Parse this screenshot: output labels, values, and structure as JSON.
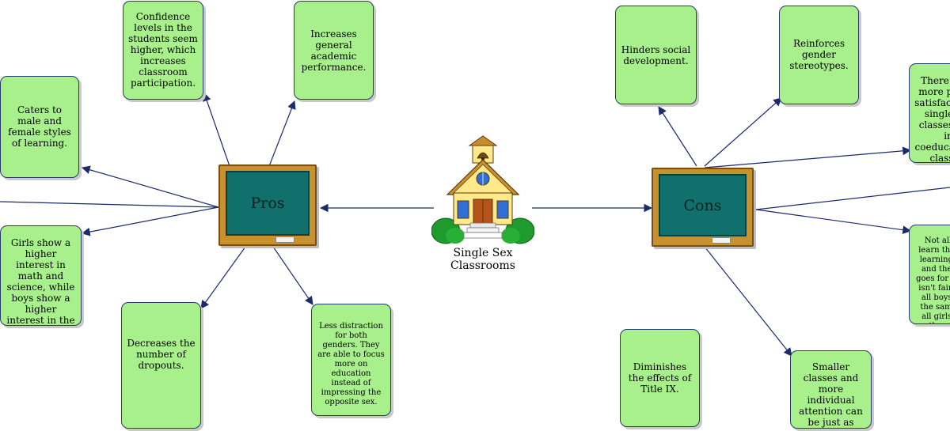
{
  "center": {
    "label_line1": "Single Sex",
    "label_line2": "Classrooms",
    "icon": "schoolhouse-icon"
  },
  "pros": {
    "board_label": "Pros",
    "items": [
      "Confidence levels in the students seem higher, which increases classroom participation.",
      "Increases general academic performance.",
      "Caters to male and female styles of learning.",
      "Girls show a higher interest in math and science, while boys show a higher interest in the arts.",
      "Decreases the number of dropouts.",
      "Less distraction for both genders. They are able to focus more on education instead of impressing the opposite sex."
    ]
  },
  "cons": {
    "board_label": "Cons",
    "items": [
      "Hinders social development.",
      "Reinforces gender stereotypes.",
      "There were more parent satisfaction in single sex classes than in coeducational classes.",
      "Not all girls learn the same learning style, and the same goes for boys. It isn't fair to say all boys learn the same, and all girls learn the same.",
      "Diminishes the effects of Title IX.",
      "Smaller classes and more individual attention can be just as effective as separating girls from boys."
    ]
  },
  "colors": {
    "note_fill": "#a8f08c",
    "note_border": "#2a3a6a",
    "arrow": "#1c2a6b",
    "board_frame": "#c9902e",
    "board_slate": "#116f6c"
  }
}
